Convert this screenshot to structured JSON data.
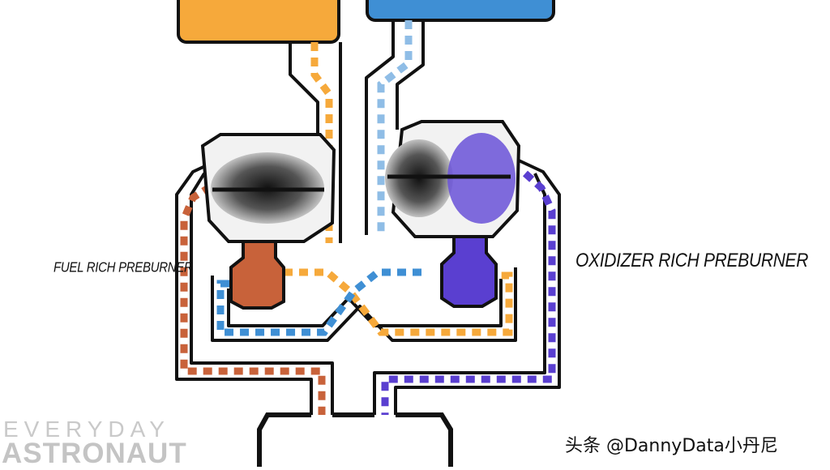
{
  "labels": {
    "fuel_preburner": "FUEL RICH PREBURNER",
    "oxidizer_preburner": "OXIDIZER RICH PREBURNER"
  },
  "watermark": {
    "line1": "EVERYDAY",
    "line2": "ASTRONAUT"
  },
  "credit": "头条 @DannyData小丹尼",
  "colors": {
    "fuel": "#f6a93b",
    "oxidizer": "#3f8fd4",
    "fuel_rich_gas": "#c8623a",
    "oxidizer_rich_gas": "#5a3fd0",
    "outline": "#111111"
  }
}
